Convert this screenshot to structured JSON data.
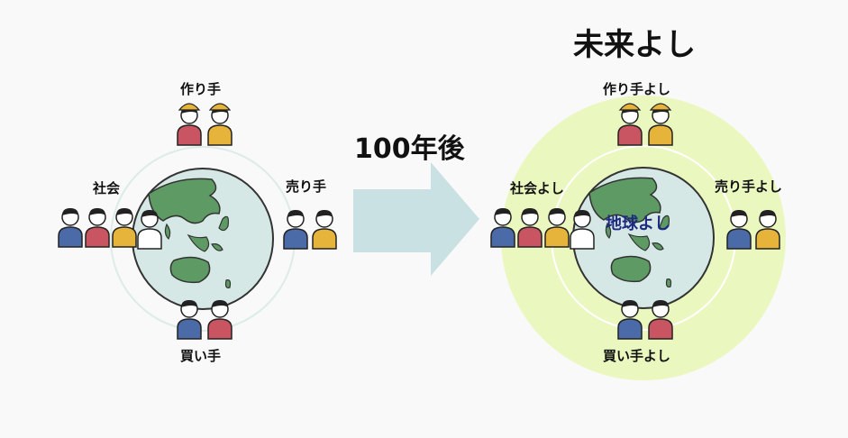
{
  "title": "未来よし",
  "arrow_label": "100年後",
  "left": {
    "top_label": "作り手",
    "left_label": "社会",
    "right_label": "売り手",
    "bottom_label": "買い手"
  },
  "right": {
    "top_label": "作り手よし",
    "left_label": "社会よし",
    "right_label": "売り手よし",
    "bottom_label": "買い手よし",
    "center_label": "地球よし"
  },
  "colors": {
    "background": "#f9f9f9",
    "ocean": "#d5e8e6",
    "land": "#5e9a63",
    "arrow": "#c9e1e3",
    "glow": "#eaf7bf",
    "ring": "#dcece6"
  }
}
